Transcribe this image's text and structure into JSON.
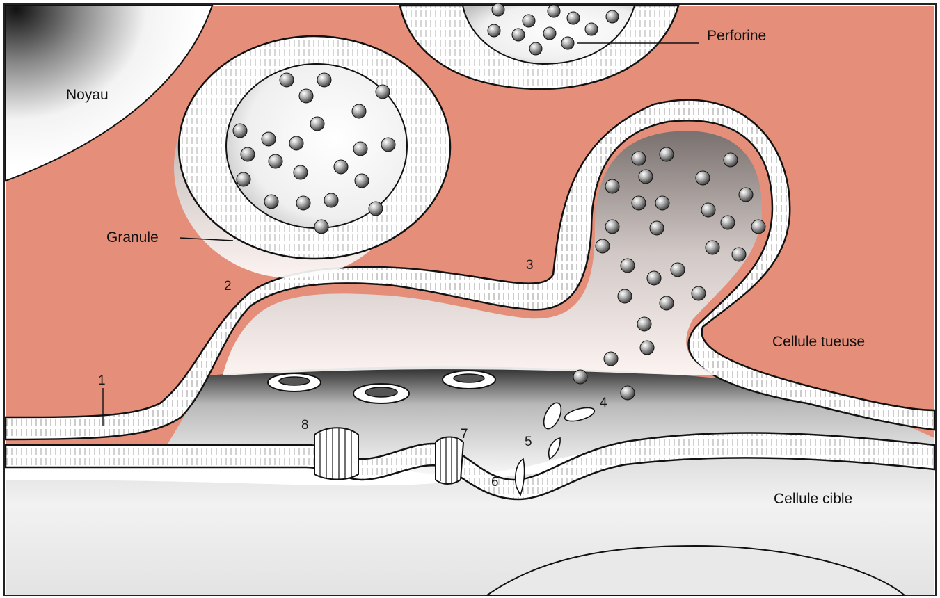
{
  "labels": {
    "noyau": "Noyau",
    "perforine": "Perforine",
    "granule": "Granule",
    "cellule_tueuse": "Cellule tueuse",
    "cellule_cible": "Cellule cible"
  },
  "steps": {
    "s1": "1",
    "s2": "2",
    "s3": "3",
    "s4": "4",
    "s5": "5",
    "s6": "6",
    "s7": "7",
    "s8": "8"
  },
  "colors": {
    "killer_cytoplasm": "#e58f7a",
    "membrane": "#ffffff",
    "granule_interior": "#f1f1f1",
    "perforin_sphere": "#6a6a6a",
    "target_cytoplasm": "#ececec",
    "outline": "#111111"
  }
}
